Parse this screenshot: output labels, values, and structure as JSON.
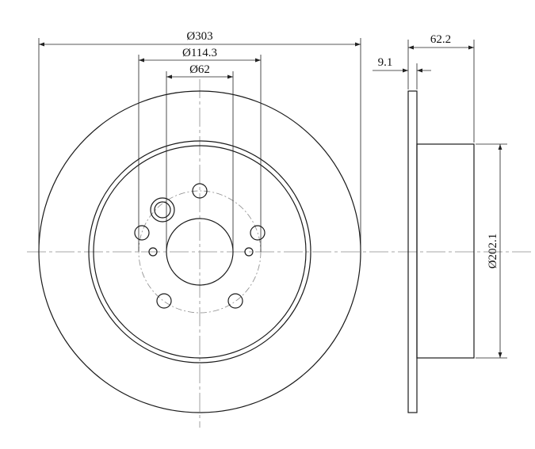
{
  "drawing": {
    "colors": {
      "line": "#1a1a1a",
      "centerline": "#8a8a8a",
      "dimension": "#222222",
      "background": "#ffffff"
    },
    "dimensions": {
      "outer_diameter": "Ø303",
      "pcd_diameter": "Ø114.3",
      "center_bore": "Ø62",
      "disc_thickness": "9.1",
      "total_height": "62.2",
      "hat_diameter": "Ø202.1"
    }
  }
}
